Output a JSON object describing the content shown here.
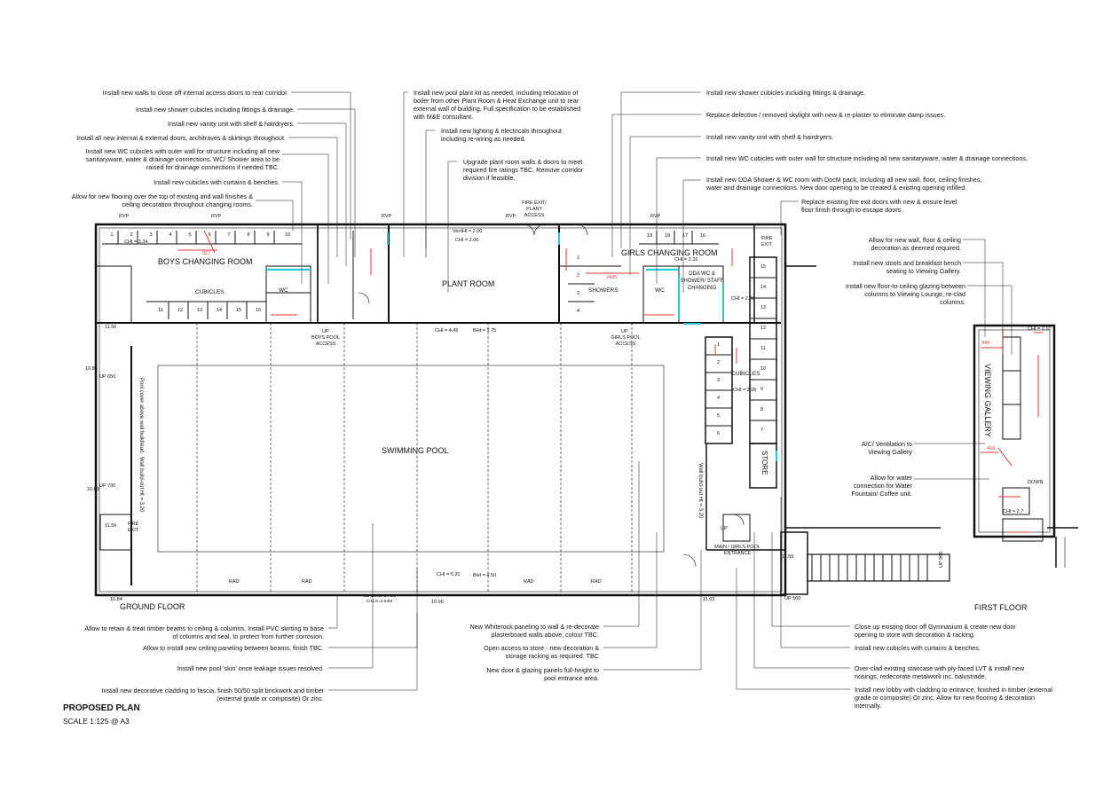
{
  "notes_left": [
    "Install new walls to close off internal access doors to rear corridor.",
    "Install new shower cubicles including fittings & drainage.",
    "Install new vanity unit with shelf & hairdryers.",
    "Install all new internal & external doors, architraves & skirtings throughout.",
    "Install new WC cubicles with outer wall for structure including all new sanitaryware, water & drainage connections.  WC/ Shower area to be raised for drainage connections if needed TBC.",
    "Install new cubicles with curtains & benches.",
    "Allow for new flooring over the top of existing and wall finishes & ceiling decoration throughout changing rooms."
  ],
  "notes_center": [
    "Install new pool plant kit as needed, including relocation of boiler from other Plant Room & Heat Exchange unit to rear external wall of building.  Full specification to be established with M&E consultant.",
    "Install new lighting & electricals throughout including re-wiring as needed.",
    "Upgrade plant room walls & doors to meet required fire ratings TBC. Remove corridor division if feasible."
  ],
  "notes_right": [
    "Install new shower cubicles including fittings & drainage.",
    "Replace defective / removed skylight with new & re-plaster to eliminate damp issues.",
    "Install new vanity unit with shelf & hairdryers.",
    "Install new WC cubicles with outer wall for structure including all new sanitaryware, water & drainage connections.",
    "Install new DDA Shower & WC room with DocM pack, including all new wall, floor, ceiling finishes, water and drainage connections. New door opening to be created & existing opening infilled.",
    "Replace existing fire exit doors with new & ensure level floor finish through to escape doors."
  ],
  "notes_first_floor": [
    "Allow for new wall, floor & ceiling decoration as deemed required.",
    "Install new stools and breakfast bench seating to Viewing Gallery.",
    "Install new floor-to-ceiling glazing between columns to Viewing Lounge, re-clad columns.",
    "A/C/ Ventilation to Viewing Gallery",
    "Allow for water connection for Water Fountain/ Coffee unit."
  ],
  "notes_bottom_left": [
    "Allow to retain & treat timber beams to ceiling & columns.  Install PVC skirting to base of columns and seal, to protect from further corrosion.",
    "Allow to install new ceiling paneling between beams, finish TBC.",
    "Install new pool 'skin' once leakage issues resolved.",
    "Install new decorative cladding to fascia, finish 50/50 split brickwork and timber (external grade or composite) Or zinc."
  ],
  "notes_bottom_mid": [
    "New Whiterock paneling to wall & re-decorate plasterboard walls above, colour TBC.",
    "Open access to store - new decoration & storage racking as required. TBC",
    "New door & glazing panels full-height to pool entrance area."
  ],
  "notes_bottom_right": [
    "Close up existing door off Gymnasium & create new door opening to store with decoration & racking.",
    "Install new cubicles with curtains & benches.",
    "Over-clad existing staircase with ply-faced LVT & install new nosings, redecorate metalwork inc. balustrade.",
    "Install new lobby with cladding to entrance, finished in timber (external grade or composite) Or zinc. Allow for new flooring & decoration internally."
  ],
  "rooms": {
    "boys_changing": "BOYS CHANGING ROOM",
    "girls_changing": "GIRLS CHANGING ROOM",
    "plant_room": "PLANT ROOM",
    "swimming_pool": "SWIMMING POOL",
    "cubicles": "CUBICLES",
    "cubicles2": "CUBICLES",
    "showers": "SHOWERS",
    "wc1": "WC",
    "wc2": "WC",
    "dda": "DDA WC & SHOWER/ STAFF CHANGING",
    "store": "STORE",
    "viewing_gallery": "VIEWING GALLERY",
    "fire_exit_plant": "FIRE EXIT/ PLANT ACCESS",
    "fire_exit_r": "FIRE EXIT",
    "fire_exit_l": "FIRE EXIT",
    "boys_pool_access": "BOYS POOL ACCESS",
    "girls_pool_access": "GIRLS POOL ACCESS",
    "main_entrance": "MAIN / GIRLS POOL ENTRANCE",
    "down": "DOWN"
  },
  "dims": {
    "chi_boys": "CHI = 3.34",
    "chi_girls": "CHI = 2.32",
    "venthi": "VentHt = 2.00",
    "chi_plant": "CHI = 2.00",
    "chi_pool": "CHI = 4.45",
    "bhi_pool": "BHt = 3.75",
    "chi_pool2": "CHI = 5.20",
    "bhi_pool2": "BHt = 4.50",
    "chi_cub": "CHI = 2.06",
    "chi_dda": "CHI = 2.80",
    "chi_ff": "CHI = 2.10",
    "chi_ff2": "CHI = 2.7",
    "up650": "UP 650",
    "up730": "UP 730",
    "up560": "UP 560",
    "up960": "UP 960",
    "up1": "UP",
    "up2": "UP",
    "up3": "UP",
    "lvl1": "10.84",
    "lvl2": "10.83",
    "lvl3": "10.84",
    "lvl4": "10.96",
    "lvl5": "11.03",
    "lvl6": "11.59",
    "lvl7": "11.56",
    "lvl8": "11.56",
    "rad": "RAD",
    "glazing": "GLAZING=1.73M CILLS=0.53M",
    "d927": "927",
    "d2425": "2425",
    "d940": "940",
    "d450": "450",
    "pool_wall": "Pool cover above wall bulkhead",
    "wall_hi": "Wall build-out Ht = 3.20",
    "wall_hi2": "Wall build-out Ht = 3.20",
    "rvp": "RVP"
  },
  "cub_boys_top": [
    "1",
    "2",
    "3",
    "4",
    "5",
    "6",
    "7",
    "8",
    "9",
    "10"
  ],
  "cub_boys_bot": [
    "11",
    "12",
    "13",
    "14",
    "15",
    "16"
  ],
  "cub_girls_top": [
    "19",
    "18",
    "17",
    "16"
  ],
  "cub_right": [
    "15",
    "14",
    "13",
    "12",
    "11",
    "10",
    "9",
    "8",
    "7"
  ],
  "cub_right2": [
    "1",
    "2",
    "3",
    "4",
    "5",
    "6"
  ],
  "showers_nums": [
    "1",
    "2",
    "3",
    "4"
  ],
  "titles": {
    "ground_floor": "GROUND FLOOR",
    "first_floor": "FIRST FLOOR",
    "proposed": "PROPOSED PLAN",
    "scale": "SCALE 1:125 @ A3"
  },
  "colors": {
    "line": "#111111",
    "dim": "#e53935",
    "teal": "#26c6da"
  }
}
